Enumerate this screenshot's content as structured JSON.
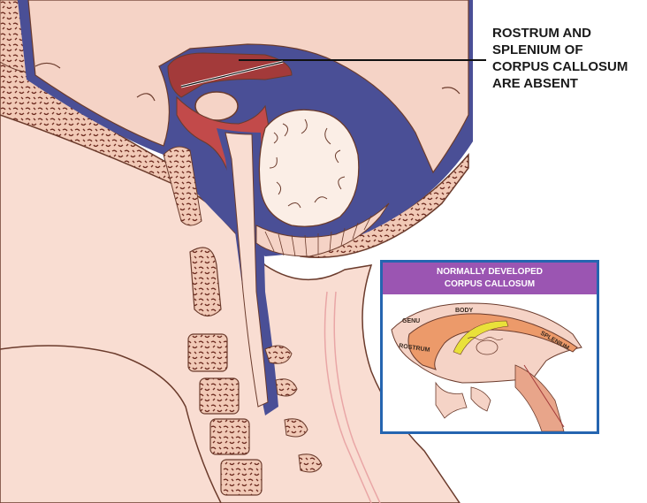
{
  "annotation": {
    "lines": [
      "ROSTRUM AND",
      "SPLENIUM OF",
      "CORPUS CALLOSUM",
      "ARE ABSENT"
    ]
  },
  "inset": {
    "header_lines": [
      "NORMALLY DEVELOPED",
      "CORPUS CALLOSUM"
    ],
    "labels": {
      "genu": "GENU",
      "body": "BODY",
      "rostrum": "ROSTRUM",
      "splenium": "SPLENIUM"
    }
  },
  "colors": {
    "skin": "#f9ddd2",
    "skin_outline": "#6b3b2c",
    "brain": "#f5d3c6",
    "csf_blue": "#4a4f96",
    "bone": "#f1c9b6",
    "bone_pattern": "#6d2b20",
    "cerebellum": "#fbeee6",
    "ventricle_red": "#a33a3a",
    "inset_border": "#2565b0",
    "inset_header": "#9b55b2",
    "corpus_callosum_orange": "#ec9a6a",
    "corpus_callosum_yellow": "#e9e13a"
  }
}
